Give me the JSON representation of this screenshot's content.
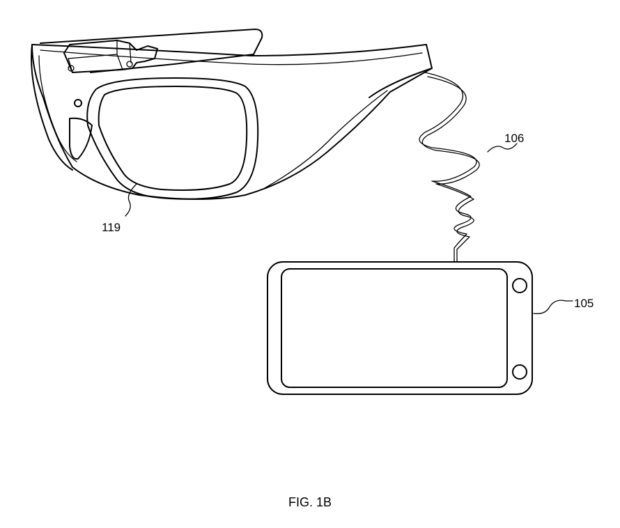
{
  "figure": {
    "caption": "FIG. 1B",
    "labels": {
      "lens": "119",
      "cable": "106",
      "device": "105"
    },
    "colors": {
      "ink": "#000000",
      "paper": "#ffffff"
    }
  }
}
